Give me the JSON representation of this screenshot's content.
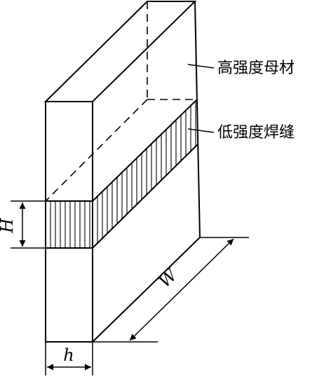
{
  "diagram": {
    "labels": {
      "base_material": "高强度母材",
      "weld": "低强度焊缝"
    },
    "dimensions": {
      "weld_height": "H",
      "thickness": "h",
      "width": "W"
    },
    "colors": {
      "line": "#000000",
      "background": "#ffffff"
    }
  }
}
